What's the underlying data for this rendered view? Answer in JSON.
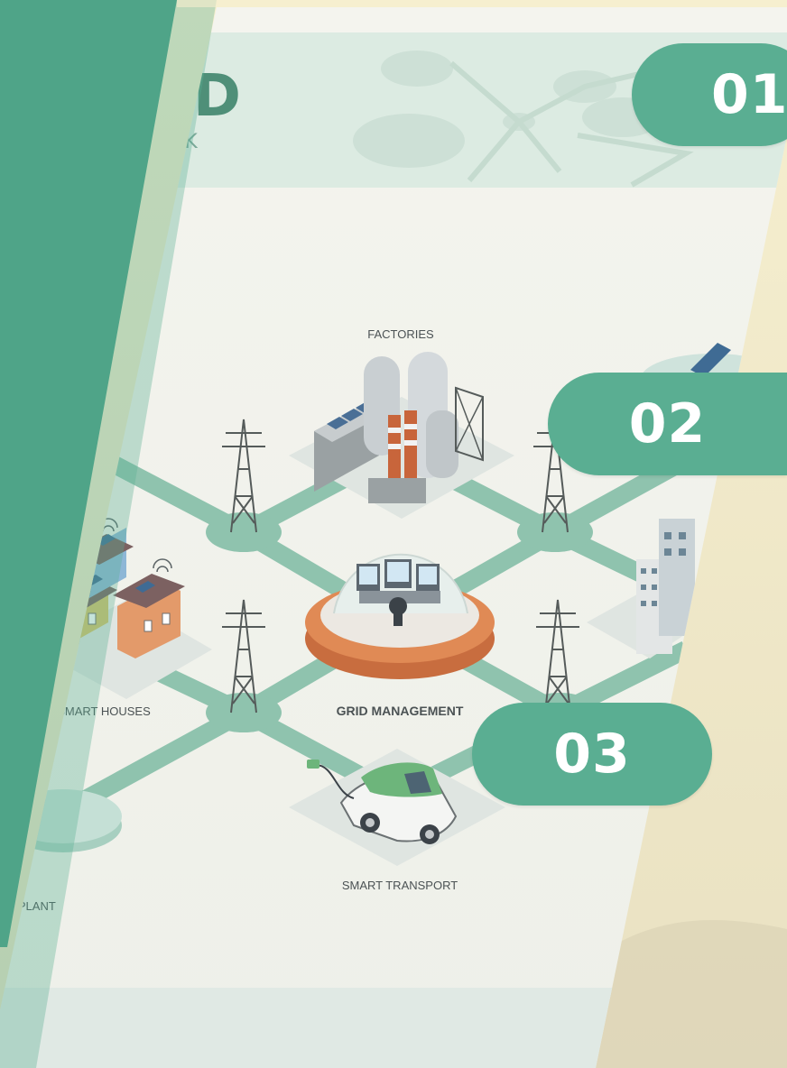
{
  "header": {
    "title_partial": "ID",
    "subtitle_partial": "WORK"
  },
  "map_labels": {
    "factories": "FACTORIES",
    "smart_houses": "SMART HOUSES",
    "grid_management": "GRID MANAGEMENT",
    "smart_transport": "SMART TRANSPORT",
    "power_plant_partial": "ER PLANT"
  },
  "badges": {
    "badge_1": "01",
    "badge_2": "02",
    "badge_3": "03"
  },
  "colors": {
    "accent_green": "#5aae92",
    "dark_panel": "#4fa488",
    "road": "#7fb9a4",
    "cream_background": "#f6efcf",
    "dome_orange": "#e08a55"
  }
}
